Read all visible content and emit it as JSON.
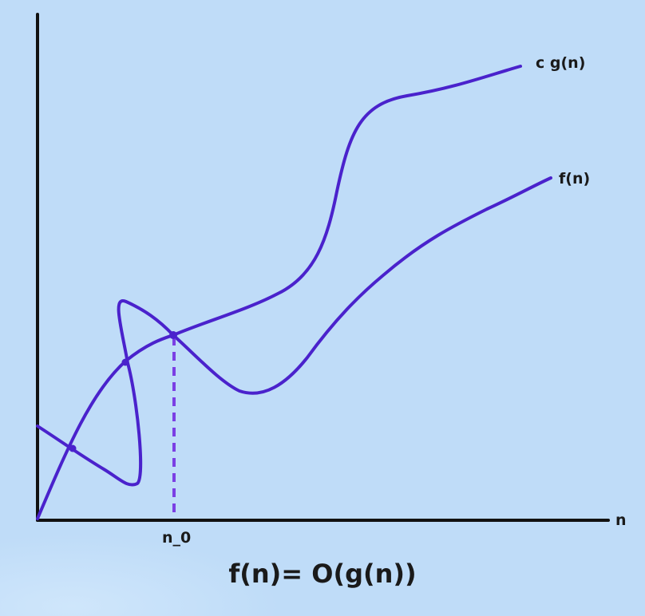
{
  "labels": {
    "cg": "c g(n)",
    "f": "f(n)",
    "x_axis": "n",
    "n0": "n_0"
  },
  "formula": "f(n)= O(g(n))",
  "colors": {
    "background": "#bfdcf8",
    "curve": "#4a22cc",
    "dashed": "#7b3fe4",
    "axis": "#111111"
  }
}
